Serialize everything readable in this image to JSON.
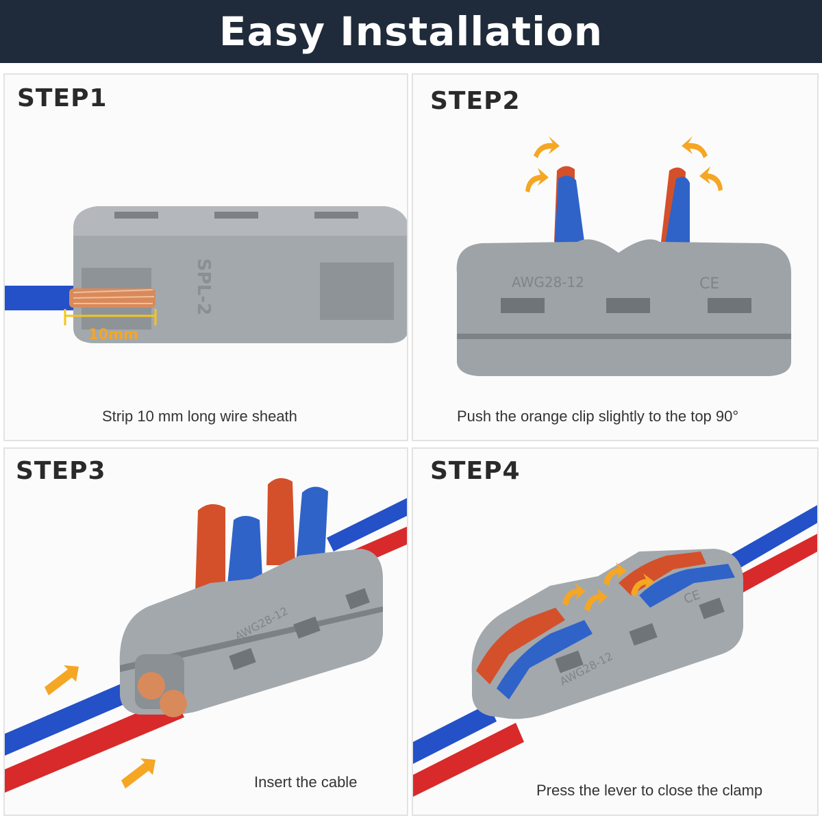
{
  "header": {
    "title": "Easy Installation"
  },
  "steps": [
    {
      "title": "STEP1",
      "caption": "Strip 10 mm long wire sheath",
      "labels": {
        "measure": "10mm",
        "model": "SPL-2"
      }
    },
    {
      "title": "STEP2",
      "caption": "Push the orange clip slightly to the top 90°",
      "labels": {
        "awg": "AWG28-12",
        "ce": "CE"
      }
    },
    {
      "title": "STEP3",
      "caption": "Insert the cable",
      "labels": {
        "awg": "AWG28-12"
      }
    },
    {
      "title": "STEP4",
      "caption": "Press the lever to close the clamp",
      "labels": {
        "awg": "AWG28-12",
        "ce": "CE"
      }
    }
  ],
  "colors": {
    "banner": "#1f2a3a",
    "connector_gray": "#9ea3a8",
    "lever_orange": "#d4502a",
    "lever_blue": "#2f63c8",
    "wire_blue": "#2450c8",
    "wire_red": "#d82a2a",
    "copper": "#d98a5a",
    "arrow": "#f5a623"
  }
}
